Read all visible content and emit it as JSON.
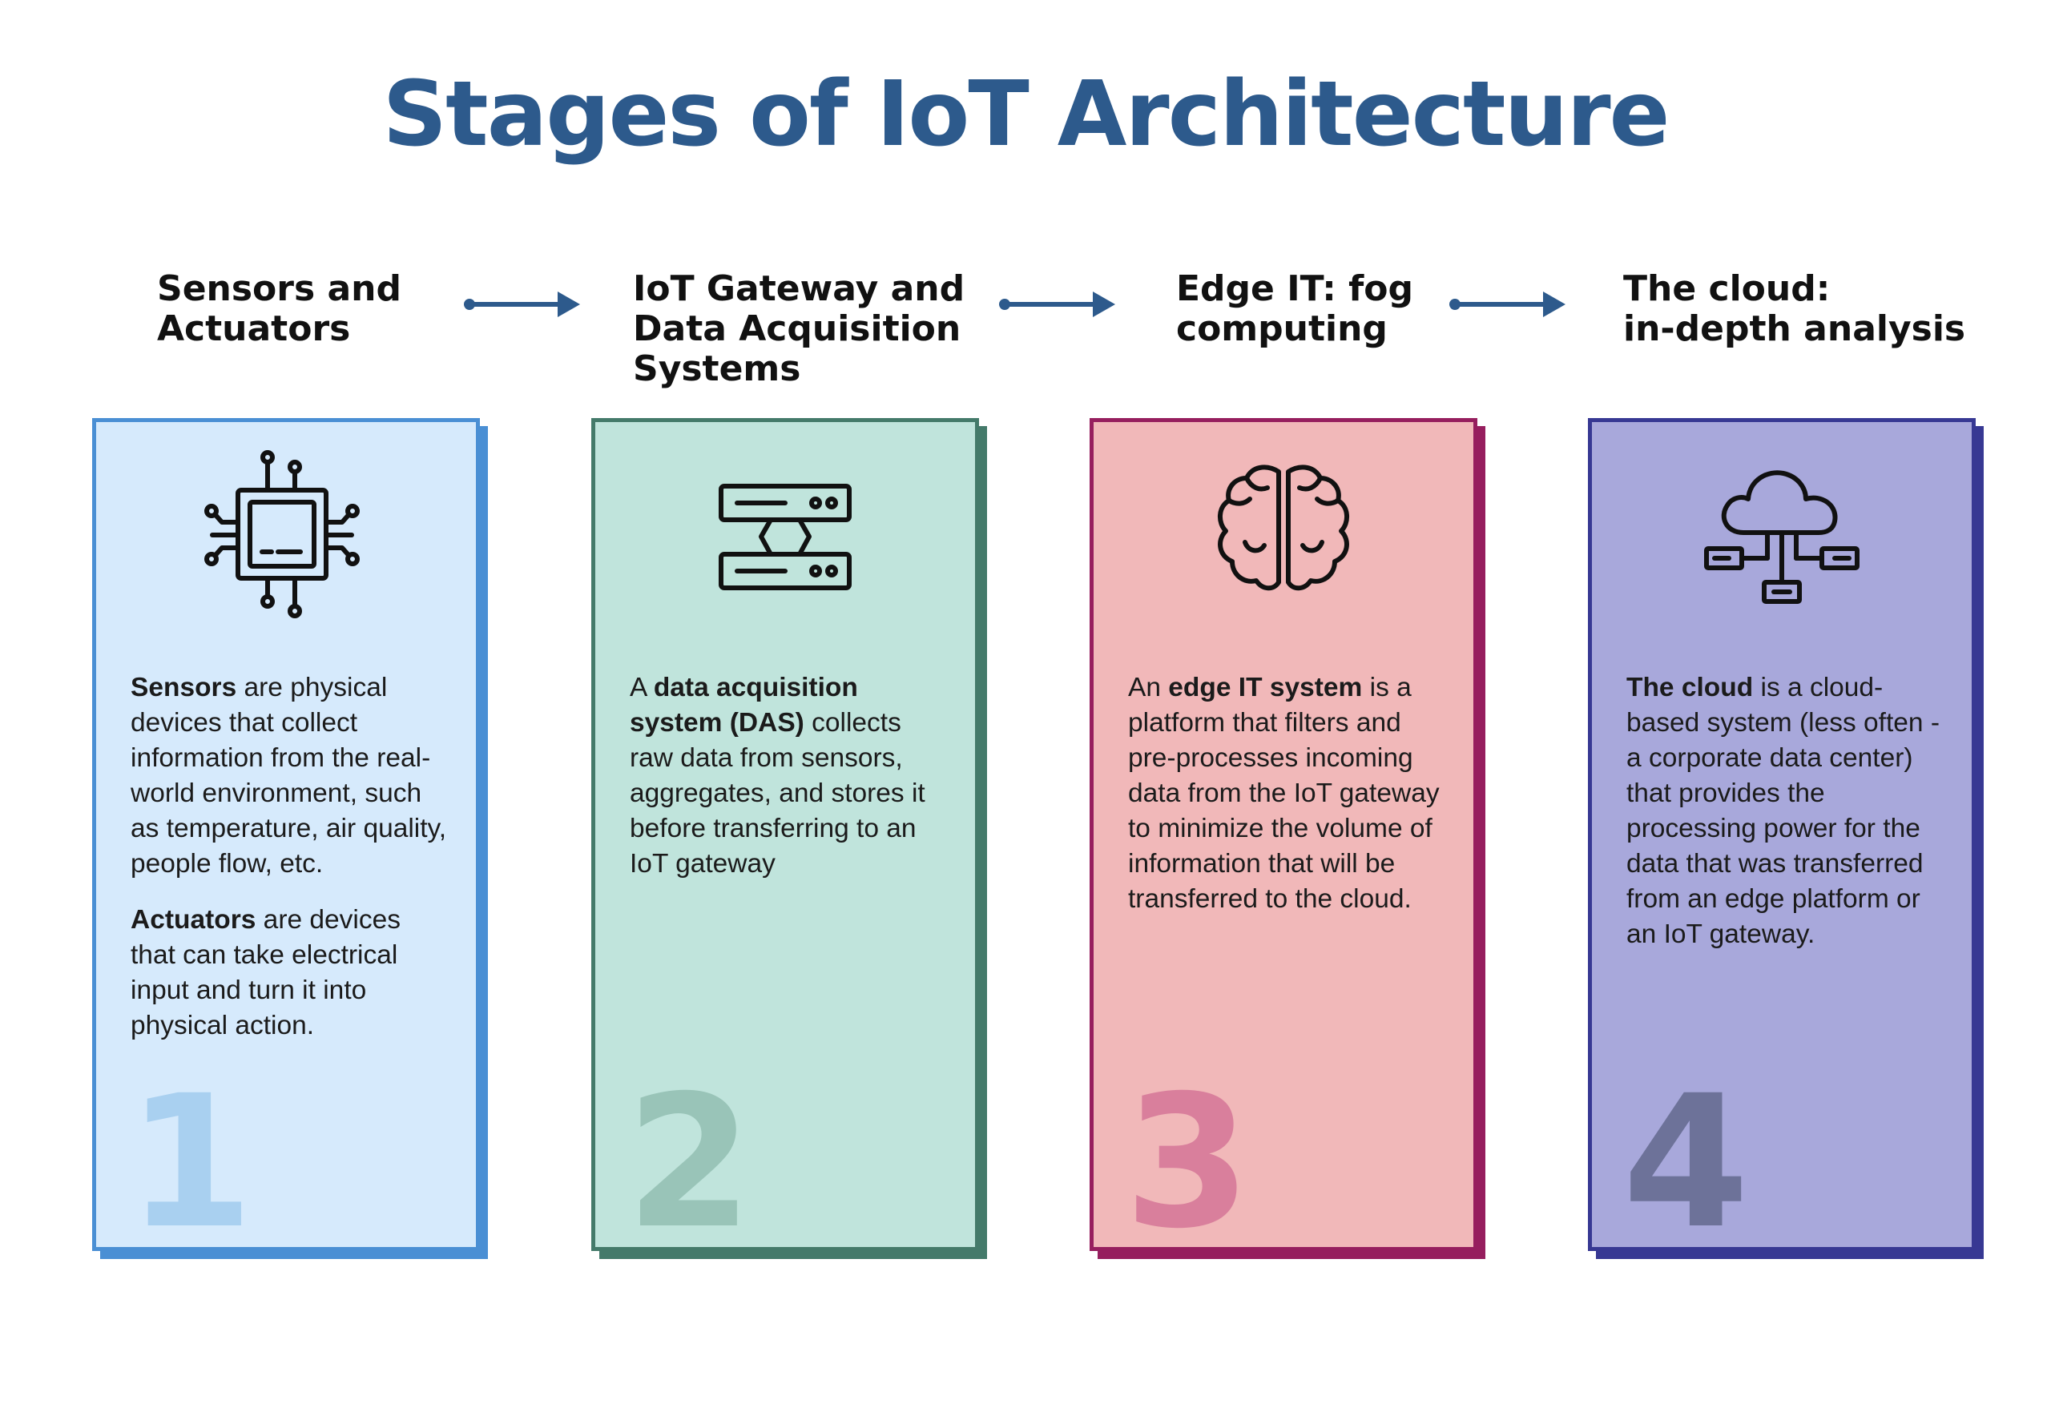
{
  "title": "Stages of IoT Architecture",
  "colors": {
    "title": "#2d5a8c",
    "arrow": "#2d5a8c",
    "card1": {
      "fill": "#d6eafc",
      "border": "#4a8fd4",
      "number": "#a9d0f0"
    },
    "card2": {
      "fill": "#c0e4dc",
      "border": "#447a6a",
      "number": "#99c4b8"
    },
    "card3": {
      "fill": "#f1b8b9",
      "border": "#961e5e",
      "number": "#d97f9c"
    },
    "card4": {
      "fill": "#a8a8db",
      "border": "#373893",
      "number": "#6d7299"
    }
  },
  "stages": [
    {
      "heading": "Sensors and\nActuators",
      "icon": "microchip-icon",
      "number": "1",
      "paragraphs": [
        {
          "bold": "Sensors",
          "text": " are physical devices that collect information from the real-world environment, such as temperature, air quality, people flow, etc."
        },
        {
          "bold": "Actuators",
          "text": " are devices that can take electrical input and turn it into physical action."
        }
      ]
    },
    {
      "heading": "IoT Gateway and\nData Acquisition\nSystems",
      "icon": "server-gateway-icon",
      "number": "2",
      "paragraphs": [
        {
          "pre": "A ",
          "bold": "data acquisition system (DAS)",
          "text": " collects raw data from sensors, aggregates, and stores it before transferring to an IoT gateway"
        }
      ]
    },
    {
      "heading": "Edge IT: fog\ncomputing",
      "icon": "brain-icon",
      "number": "3",
      "paragraphs": [
        {
          "pre": "An ",
          "bold": "edge IT system",
          "text": " is a platform that filters and pre-processes incoming data from the IoT gateway to minimize the volume of information that will be transferred to the cloud."
        }
      ]
    },
    {
      "heading": "The cloud:\nin-depth analysis",
      "icon": "cloud-network-icon",
      "number": "4",
      "paragraphs": [
        {
          "bold": "The cloud",
          "text": " is a cloud-based system (less often - a corporate data center) that provides the processing power for the data that was transferred from an edge platform or an IoT gateway."
        }
      ]
    }
  ]
}
